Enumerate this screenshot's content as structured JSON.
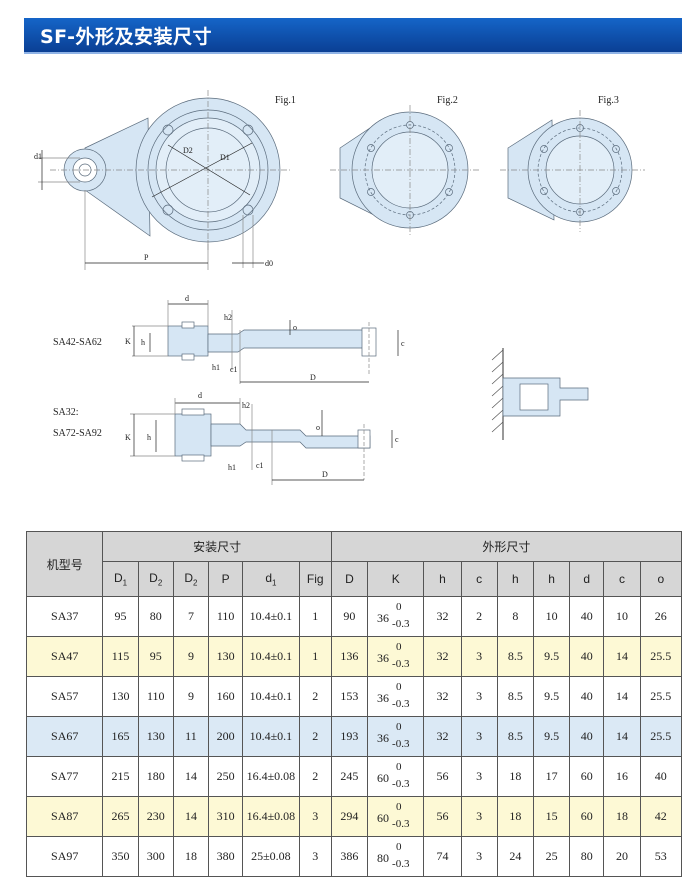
{
  "title": "SF-外形及安装尺寸",
  "figures": {
    "fig1": "Fig.1",
    "fig2": "Fig.2",
    "fig3": "Fig.3",
    "dim_labels": {
      "d1": "d1",
      "D2": "D2",
      "D1": "D1",
      "P": "P",
      "d0": "d0",
      "K": "K",
      "h": "h",
      "d": "d",
      "h2": "h2",
      "h1": "h1",
      "c1": "c1",
      "o": "o",
      "D": "D",
      "c": "c"
    },
    "model_group_1": "SA42-SA62",
    "model_group_2a": "SA32:",
    "model_group_2b": "SA72-SA92"
  },
  "table": {
    "model_header": "机型号",
    "install_header": "安装尺寸",
    "outline_header": "外形尺寸",
    "columns": [
      {
        "base": "D",
        "sub": "1"
      },
      {
        "base": "D",
        "sub": "2"
      },
      {
        "base": "D",
        "sub": "2"
      },
      {
        "base": "P",
        "sub": ""
      },
      {
        "base": "d",
        "sub": "1"
      },
      {
        "base": "Fig",
        "sub": ""
      },
      {
        "base": "D",
        "sub": ""
      },
      {
        "base": "K",
        "sub": ""
      },
      {
        "base": "h",
        "sub": ""
      },
      {
        "base": "c",
        "sub": ""
      },
      {
        "base": "h",
        "sub": ""
      },
      {
        "base": "h",
        "sub": ""
      },
      {
        "base": "d",
        "sub": ""
      },
      {
        "base": "c",
        "sub": ""
      },
      {
        "base": "o",
        "sub": ""
      }
    ],
    "rows": [
      {
        "model": "SA37",
        "D1": "95",
        "D2": "80",
        "D2b": "7",
        "P": "110",
        "d1": "10.4±0.1",
        "fig": "1",
        "D": "90",
        "K": "36",
        "K_up": "0",
        "K_lo": "-0.3",
        "h": "32",
        "c": "2",
        "h_a": "8",
        "h_b": "10",
        "d": "40",
        "c_b": "10",
        "o": "26"
      },
      {
        "model": "SA47",
        "D1": "115",
        "D2": "95",
        "D2b": "9",
        "P": "130",
        "d1": "10.4±0.1",
        "fig": "1",
        "D": "136",
        "K": "36",
        "K_up": "0",
        "K_lo": "-0.3",
        "h": "32",
        "c": "3",
        "h_a": "8.5",
        "h_b": "9.5",
        "d": "40",
        "c_b": "14",
        "o": "25.5"
      },
      {
        "model": "SA57",
        "D1": "130",
        "D2": "110",
        "D2b": "9",
        "P": "160",
        "d1": "10.4±0.1",
        "fig": "2",
        "D": "153",
        "K": "36",
        "K_up": "0",
        "K_lo": "-0.3",
        "h": "32",
        "c": "3",
        "h_a": "8.5",
        "h_b": "9.5",
        "d": "40",
        "c_b": "14",
        "o": "25.5"
      },
      {
        "model": "SA67",
        "D1": "165",
        "D2": "130",
        "D2b": "11",
        "P": "200",
        "d1": "10.4±0.1",
        "fig": "2",
        "D": "193",
        "K": "36",
        "K_up": "0",
        "K_lo": "-0.3",
        "h": "32",
        "c": "3",
        "h_a": "8.5",
        "h_b": "9.5",
        "d": "40",
        "c_b": "14",
        "o": "25.5"
      },
      {
        "model": "SA77",
        "D1": "215",
        "D2": "180",
        "D2b": "14",
        "P": "250",
        "d1": "16.4±0.08",
        "fig": "2",
        "D": "245",
        "K": "60",
        "K_up": "0",
        "K_lo": "-0.3",
        "h": "56",
        "c": "3",
        "h_a": "18",
        "h_b": "17",
        "d": "60",
        "c_b": "16",
        "o": "40"
      },
      {
        "model": "SA87",
        "D1": "265",
        "D2": "230",
        "D2b": "14",
        "P": "310",
        "d1": "16.4±0.08",
        "fig": "3",
        "D": "294",
        "K": "60",
        "K_up": "0",
        "K_lo": "-0.3",
        "h": "56",
        "c": "3",
        "h_a": "18",
        "h_b": "15",
        "d": "60",
        "c_b": "18",
        "o": "42"
      },
      {
        "model": "SA97",
        "D1": "350",
        "D2": "300",
        "D2b": "18",
        "P": "380",
        "d1": "25±0.08",
        "fig": "3",
        "D": "386",
        "K": "80",
        "K_up": "0",
        "K_lo": "-0.3",
        "h": "74",
        "c": "3",
        "h_a": "24",
        "h_b": "25",
        "d": "80",
        "c_b": "20",
        "o": "53"
      }
    ]
  }
}
